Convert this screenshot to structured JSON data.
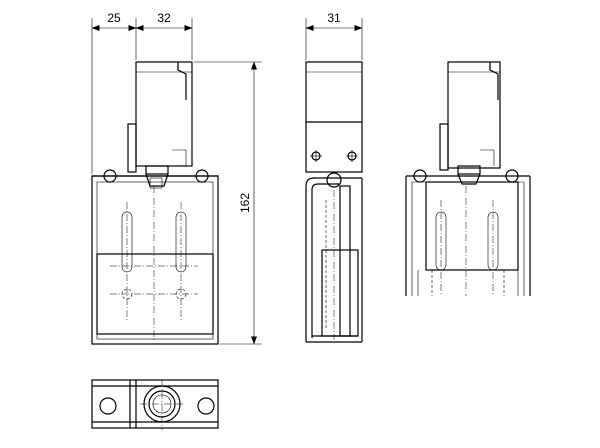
{
  "dimensions": {
    "front_left_width": "25",
    "front_right_width": "32",
    "height": "162",
    "side_width": "31"
  }
}
